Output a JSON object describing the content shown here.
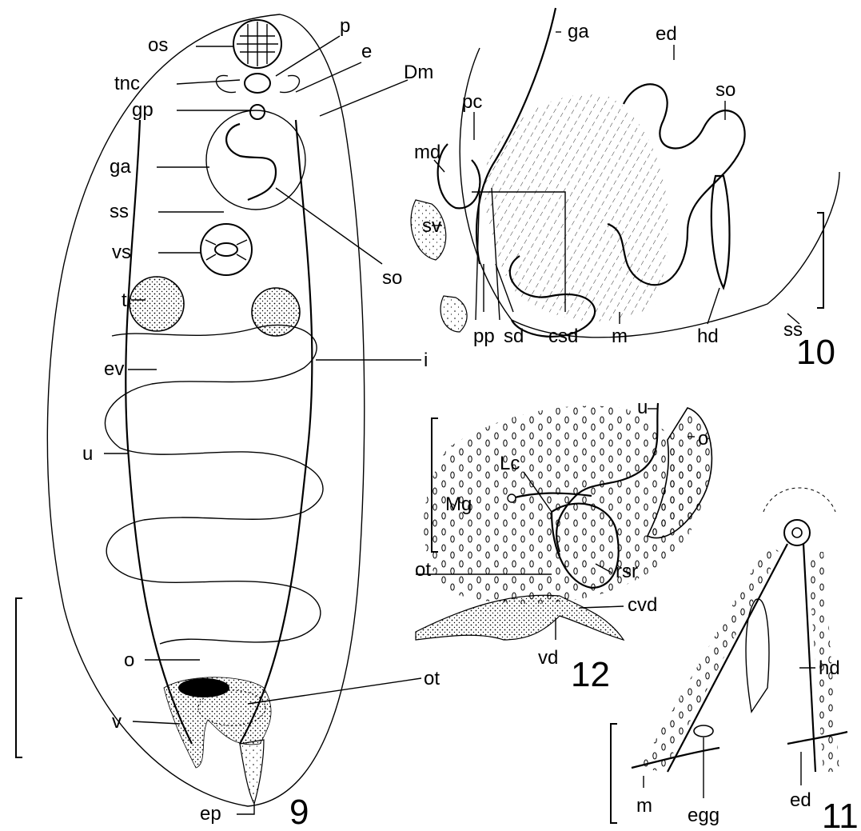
{
  "figure9": {
    "number": "9",
    "labels": {
      "os": "os",
      "tnc": "tnc",
      "gp": "gp",
      "ga": "ga",
      "ss": "ss",
      "vs": "vs",
      "t": "t",
      "ev": "ev",
      "u": "u",
      "o": "o",
      "v": "v",
      "ep": "ep",
      "p": "p",
      "e": "e",
      "Dm": "Dm",
      "so": "so",
      "i": "i",
      "ot": "ot"
    }
  },
  "figure10": {
    "number": "10",
    "labels": {
      "ga": "ga",
      "ed": "ed",
      "so": "so",
      "pc": "pc",
      "md": "md",
      "sv": "sv",
      "pp": "pp",
      "sd": "sd",
      "csd": "csd",
      "m": "m",
      "hd": "hd",
      "ss": "ss"
    }
  },
  "figure11": {
    "number": "11",
    "labels": {
      "hd": "hd",
      "m": "m",
      "egg": "egg",
      "ed": "ed"
    }
  },
  "figure12": {
    "number": "12",
    "labels": {
      "u": "u",
      "o": "o",
      "Lc": "Lc",
      "Mg": "Mg",
      "ot": "ot",
      "rsr": "rsr",
      "cvd": "cvd",
      "vd": "vd"
    }
  }
}
